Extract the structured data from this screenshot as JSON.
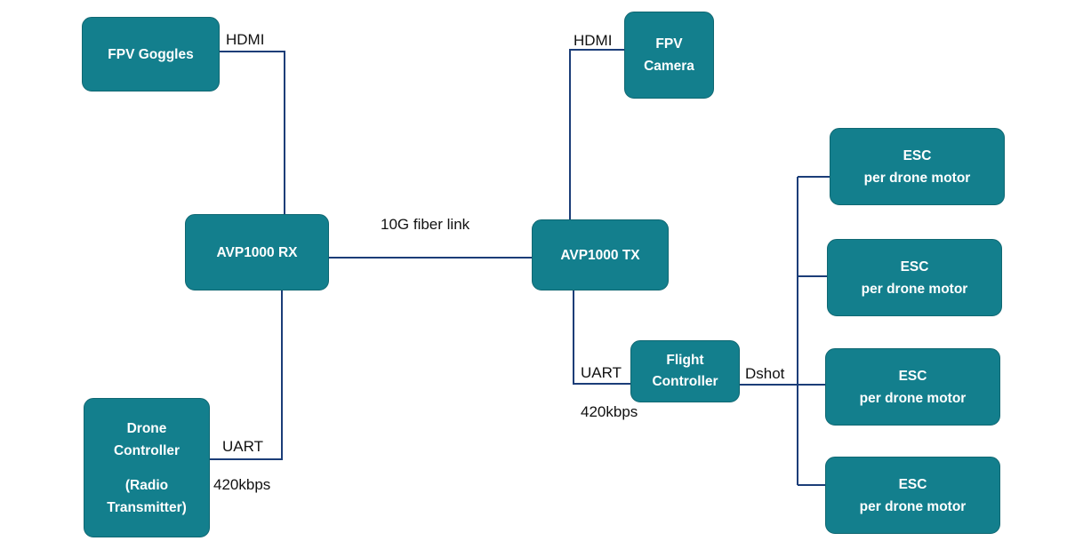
{
  "colors": {
    "node_fill": "#137f8d",
    "node_border": "#0f6772",
    "wire": "#1b3d78",
    "text": "#ffffff"
  },
  "nodes": {
    "fpv_goggles": {
      "lines": [
        "FPV Goggles"
      ]
    },
    "fpv_camera": {
      "lines": [
        "FPV",
        "Camera"
      ]
    },
    "avp_rx": {
      "lines": [
        "AVP1000 RX"
      ]
    },
    "avp_tx": {
      "lines": [
        "AVP1000 TX"
      ]
    },
    "flight_controller": {
      "lines": [
        "Flight",
        "Controller"
      ]
    },
    "drone_controller": {
      "lines": [
        "Drone",
        "Controller",
        "(Radio",
        "Transmitter)"
      ]
    },
    "esc": [
      {
        "lines": [
          "ESC",
          "per drone motor"
        ]
      },
      {
        "lines": [
          "ESC",
          "per drone motor"
        ]
      },
      {
        "lines": [
          "ESC",
          "per drone motor"
        ]
      },
      {
        "lines": [
          "ESC",
          "per drone motor"
        ]
      }
    ]
  },
  "labels": {
    "hdmi_goggles": "HDMI",
    "hdmi_camera": "HDMI",
    "fiber_link": "10G fiber link",
    "uart_drone": "UART",
    "rate_drone": "420kbps",
    "uart_fc": "UART",
    "rate_fc": "420kbps",
    "dshot": "Dshot"
  }
}
